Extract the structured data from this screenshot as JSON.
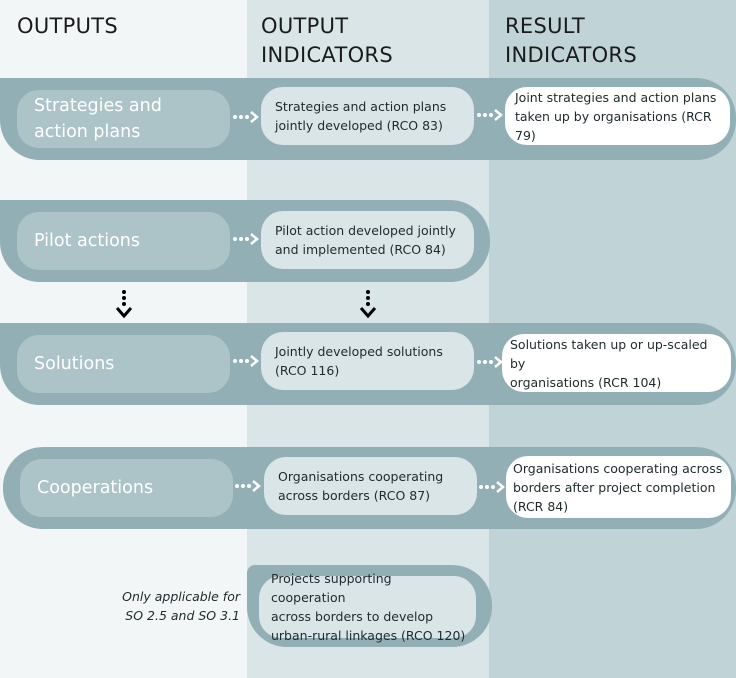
{
  "columns": {
    "outputs": "OUTPUTS",
    "output_indicators": "OUTPUT\nINDICATORS",
    "result_indicators": "RESULT\nINDICATORS"
  },
  "rows": [
    {
      "output": "Strategies and\naction plans",
      "indicator": "Strategies and action plans\njointly developed (RCO 83)",
      "result": "Joint strategies and action plans\ntaken up by organisations (RCR 79)"
    },
    {
      "output": "Pilot actions",
      "indicator": "Pilot action developed jointly\nand implemented (RCO 84)",
      "result": ""
    },
    {
      "output": "Solutions",
      "indicator": "Jointly developed solutions\n(RCO 116)",
      "result": "Solutions taken up or up-scaled by\norganisations (RCR 104)"
    },
    {
      "output": "Cooperations",
      "indicator": "Organisations cooperating\nacross borders (RCO 87)",
      "result": "Organisations cooperating across\nborders after project completion\n   (RCR 84)"
    }
  ],
  "extra": {
    "note": "Only applicable for\nSO 2.5 and SO 3.1",
    "indicator": "Projects supporting cooperation\nacross borders to develop\nurban-rural linkages (RCO 120)"
  },
  "colors": {
    "band": "#91afb4",
    "output_pill": "#acc4c7",
    "indicator_pill": "#d9e5e7",
    "result_pill": "#ffffff"
  }
}
